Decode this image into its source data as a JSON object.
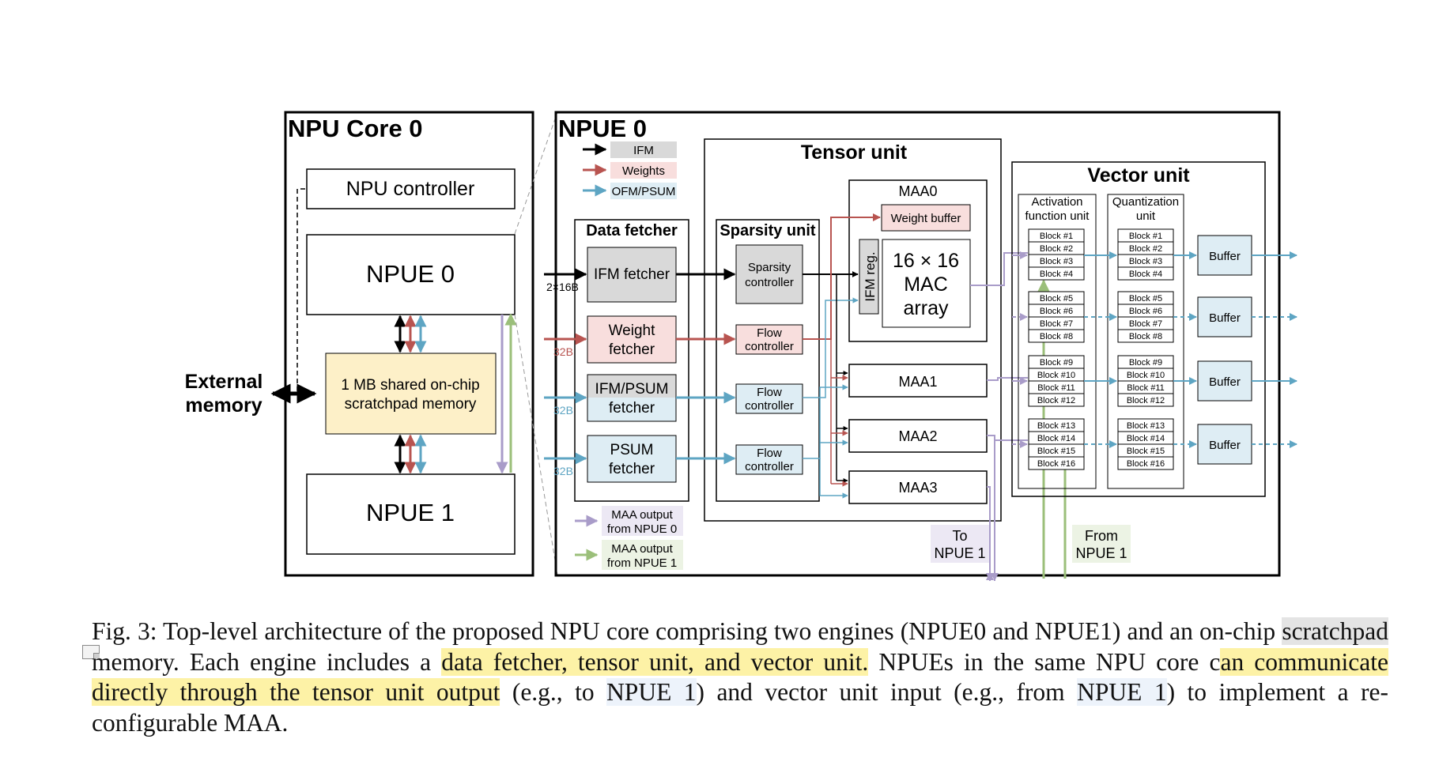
{
  "core": {
    "title": "NPU Core 0",
    "controller": "NPU controller",
    "npue0": "NPUE 0",
    "npue1": "NPUE 1",
    "scratchpad_l1": "1 MB shared on-chip",
    "scratchpad_l2": "scratchpad memory"
  },
  "external": {
    "line1": "External",
    "line2": "memory"
  },
  "npue": {
    "title": "NPUE 0"
  },
  "legend": {
    "ifm": "IFM",
    "weights": "Weights",
    "ofm": "OFM/PSUM",
    "maa0_l1": "MAA output",
    "maa0_l2": "from NPUE 0",
    "maa1_l1": "MAA output",
    "maa1_l2": "from NPUE 1"
  },
  "fetcher": {
    "title": "Data fetcher",
    "ifm": "IFM fetcher",
    "weight_l1": "Weight",
    "weight_l2": "fetcher",
    "ifmpsum_l1": "IFM/PSUM",
    "ifmpsum_l2": "fetcher",
    "psum_l1": "PSUM",
    "psum_l2": "fetcher"
  },
  "widths": {
    "w_ifm": "2×16B",
    "w_weight": "32B",
    "w_ifmpsum": "32B",
    "w_psum": "32B"
  },
  "sparsity": {
    "title": "Sparsity unit",
    "ctrl_l1": "Sparsity",
    "ctrl_l2": "controller",
    "flow_l1": "Flow",
    "flow_l2": "controller"
  },
  "tensor": {
    "title": "Tensor unit",
    "maa0": "MAA0",
    "weight_buffer": "Weight buffer",
    "ifm_reg": "IFM reg.",
    "mac_l1": "16 × 16",
    "mac_l2": "MAC",
    "mac_l3": "array",
    "maa1": "MAA1",
    "maa2": "MAA2",
    "maa3": "MAA3",
    "to_l1": "To",
    "to_l2": "NPUE 1",
    "from_l1": "From",
    "from_l2": "NPUE 1"
  },
  "vector": {
    "title": "Vector unit",
    "act_l1": "Activation",
    "act_l2": "function unit",
    "quant_l1": "Quantization",
    "quant_l2": "unit",
    "buffer": "Buffer",
    "blocks": [
      "Block #1",
      "Block #2",
      "Block #3",
      "Block #4",
      "Block #5",
      "Block #6",
      "Block #7",
      "Block #8",
      "Block #9",
      "Block #10",
      "Block #11",
      "Block #12",
      "Block #13",
      "Block #14",
      "Block #15",
      "Block #16"
    ]
  },
  "caption": {
    "p1": "Fig. 3: Top-level architecture of the proposed NPU core comprising two engines (NPUE0 and NPUE1) and an on-chip ",
    "p2": "scratchpad",
    "p3": " memory. Each engine includes a ",
    "p4": "data fetcher, tensor unit, and vector unit.",
    "p5": " NPUEs in the same NPU core c",
    "p6": "an communicate directly through the tensor unit output",
    "p7": " (e.g., to ",
    "p8": "NPUE 1",
    "p9": ") and vector unit input (e.g., from ",
    "p10": "NPUE 1",
    "p11": ") to implement a re-configurable MAA."
  },
  "colors": {
    "black": "#000000",
    "red": "#b85450",
    "blue": "#5ea5c3",
    "purple": "#a99cc9",
    "green": "#9bbf7a",
    "ifm_fill": "#d9d9d9",
    "weight_fill": "#f8dedd",
    "ofm_fill": "#deedf4",
    "scratch_fill": "#fdf0c8"
  }
}
